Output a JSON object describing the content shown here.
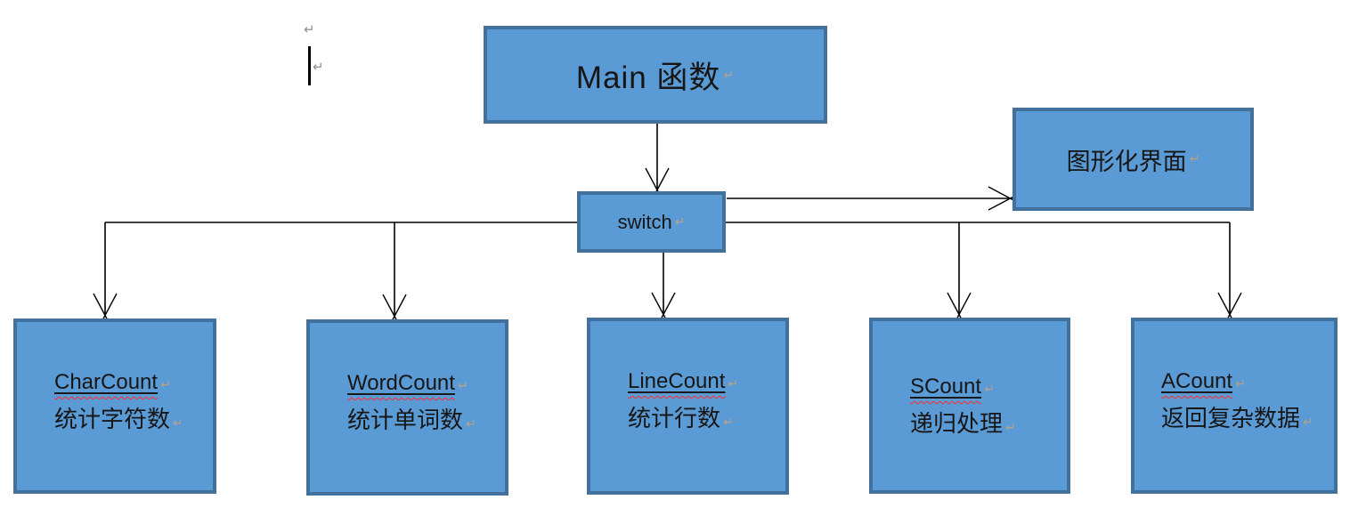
{
  "diagram": {
    "pilcrow": "↵",
    "colors": {
      "node_fill": "#5b9bd5",
      "node_border": "#41719c",
      "connector": "#000000",
      "squiggle": "#ff2a2a",
      "paragraph_mark": "#b5a18c",
      "text": "#161616"
    },
    "nodes": {
      "main": {
        "label": "Main 函数"
      },
      "switch": {
        "label": "switch"
      },
      "gui": {
        "label": "图形化界面"
      },
      "branches": [
        {
          "name": "CharCount",
          "desc": "统计字符数"
        },
        {
          "name": "WordCount",
          "desc": "统计单词数"
        },
        {
          "name": "LineCount",
          "desc": "统计行数"
        },
        {
          "name": "SCount",
          "desc": "递归处理"
        },
        {
          "name": "ACount",
          "desc": "返回复杂数据"
        }
      ]
    }
  }
}
